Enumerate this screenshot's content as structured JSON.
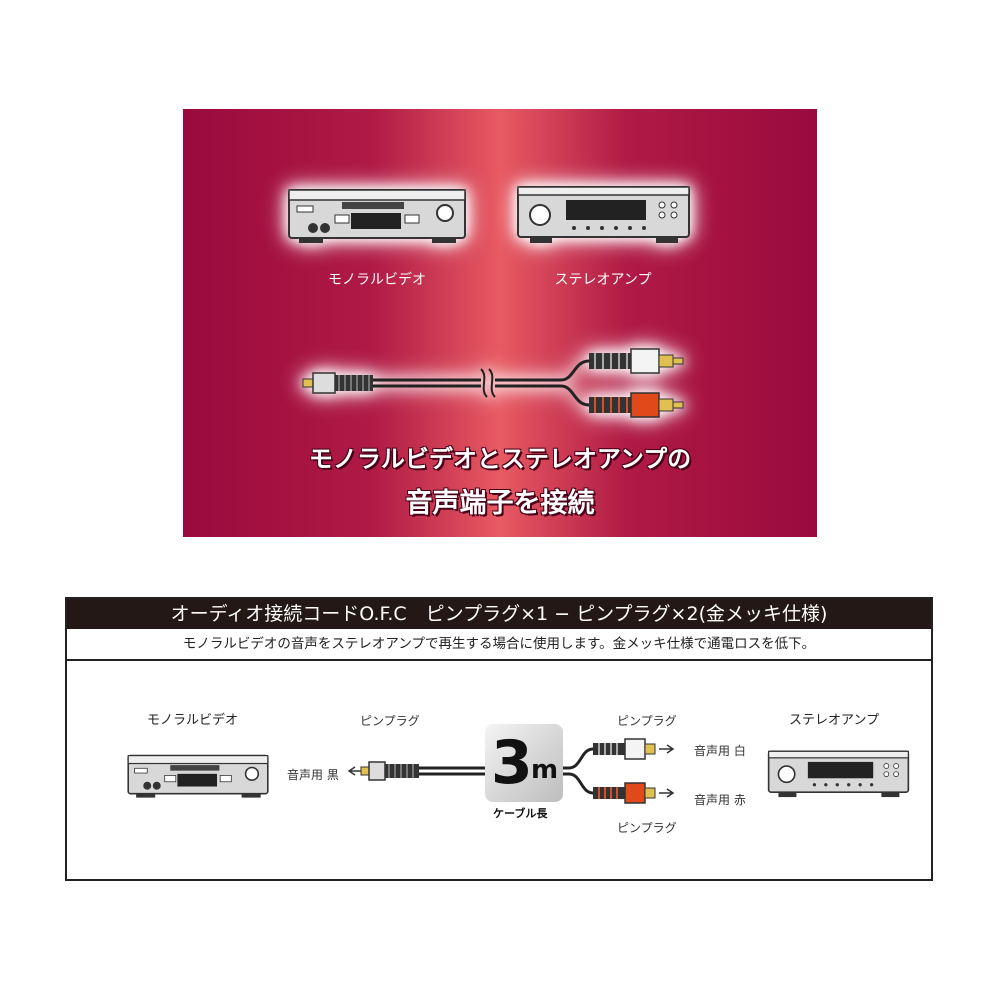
{
  "hero": {
    "device_left_label": "モノラルビデオ",
    "device_right_label": "ステレオアンプ",
    "headline_line1": "モノラルビデオとステレオアンプの",
    "headline_line2": "音声端子を接続",
    "colors": {
      "background": "#b01a45",
      "highlight": "#e85a62",
      "text": "#ffffff"
    }
  },
  "spec": {
    "title": "オーディオ接続コードO.F.C　ピンプラグ×1 − ピンプラグ×2(金メッキ仕様)",
    "description": "モノラルビデオの音声をステレオアンプで再生する場合に使用します。金メッキ仕様で通電ロスを低下。",
    "left_device": "モノラルビデオ",
    "right_device": "ステレオアンプ",
    "plug_left_label": "ピンプラグ",
    "plug_left_audio": "音声用 黒",
    "plug_right_top_label": "ピンプラグ",
    "plug_right_bottom_label": "ピンプラグ",
    "audio_white": "音声用 白",
    "audio_red": "音声用 赤",
    "cable_length_value": "3",
    "cable_length_unit": "m",
    "cable_length_caption": "ケーブル長"
  }
}
